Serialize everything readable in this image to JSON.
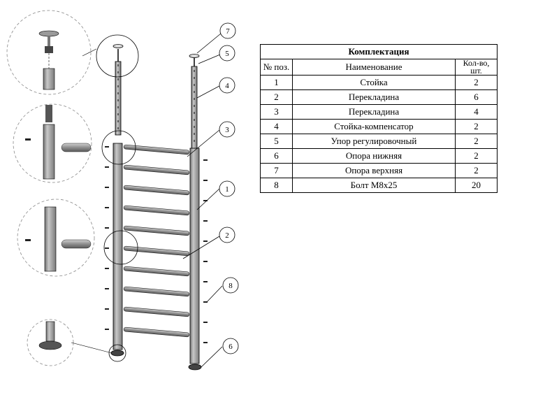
{
  "table": {
    "title": "Комплектация",
    "headers": {
      "pos": "№ поз.",
      "name": "Наименование",
      "qty": "Кол-во, шт."
    },
    "rows": [
      {
        "pos": "1",
        "name": "Стойка",
        "qty": "2"
      },
      {
        "pos": "2",
        "name": "Перекладина",
        "qty": "6"
      },
      {
        "pos": "3",
        "name": "Перекладина",
        "qty": "4"
      },
      {
        "pos": "4",
        "name": "Стойка-компенсатор",
        "qty": "2"
      },
      {
        "pos": "5",
        "name": "Упор регулировочный",
        "qty": "2"
      },
      {
        "pos": "6",
        "name": "Опора нижняя",
        "qty": "2"
      },
      {
        "pos": "7",
        "name": "Опора верхняя",
        "qty": "2"
      },
      {
        "pos": "8",
        "name": "Болт М8х25",
        "qty": "20"
      }
    ]
  },
  "callouts": {
    "c1": "1",
    "c2": "2",
    "c3": "3",
    "c4": "4",
    "c5": "5",
    "c6": "6",
    "c7": "7",
    "c8": "8"
  },
  "colors": {
    "line": "#000000",
    "metal": "#9a9a9a",
    "metal_dark": "#555555",
    "leader": "#000000"
  }
}
